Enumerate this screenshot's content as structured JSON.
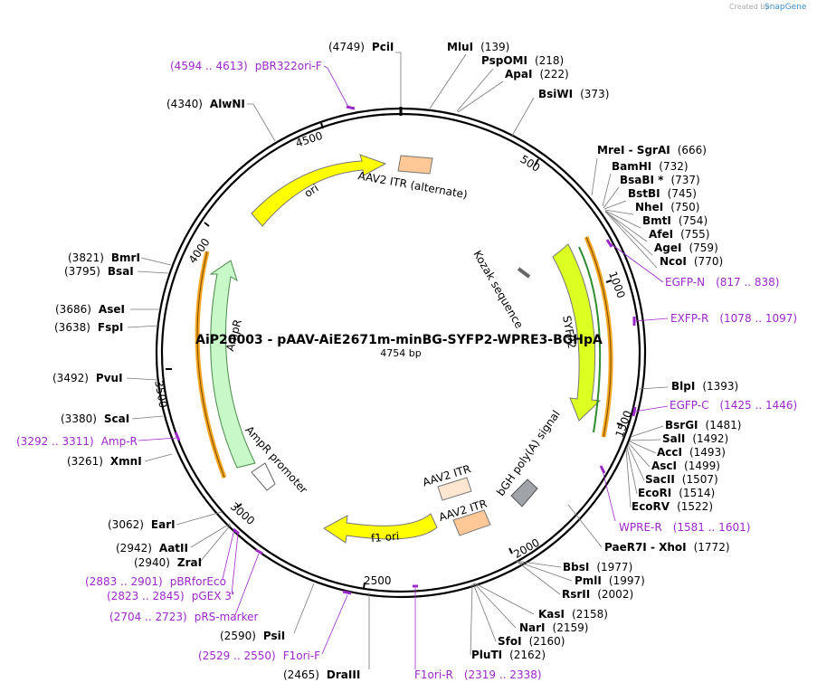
{
  "title": "AiP20003 - pAAV-AiE2671m-minBG-SYFP2-WPRE3-BGHpA",
  "length_label": "4754 bp",
  "credit": {
    "prefix": "Created by",
    "brand": "SnapGene"
  },
  "ticks": [
    "500",
    "1000",
    "1500",
    "2000",
    "2500",
    "3000",
    "3500",
    "4000",
    "4500"
  ],
  "sites": [
    {
      "pos": "(4749)",
      "name": "PciI"
    },
    {
      "pos": "(139)",
      "name": "MluI"
    },
    {
      "pos": "(218)",
      "name": "PspOMI"
    },
    {
      "pos": "(222)",
      "name": "ApaI"
    },
    {
      "pos": "(373)",
      "name": "BsiWI"
    },
    {
      "pos": "(666)",
      "name": "MreI - SgrAI"
    },
    {
      "pos": "(732)",
      "name": "BamHI"
    },
    {
      "pos": "(737)",
      "name": "BsaBI *"
    },
    {
      "pos": "(745)",
      "name": "BstBI"
    },
    {
      "pos": "(750)",
      "name": "NheI"
    },
    {
      "pos": "(754)",
      "name": "BmtI"
    },
    {
      "pos": "(755)",
      "name": "AfeI"
    },
    {
      "pos": "(759)",
      "name": "AgeI"
    },
    {
      "pos": "(770)",
      "name": "NcoI"
    },
    {
      "pos": "(1393)",
      "name": "BlpI"
    },
    {
      "pos": "(1481)",
      "name": "BsrGI"
    },
    {
      "pos": "(1492)",
      "name": "SalI"
    },
    {
      "pos": "(1493)",
      "name": "AccI"
    },
    {
      "pos": "(1499)",
      "name": "AscI"
    },
    {
      "pos": "(1507)",
      "name": "SacII"
    },
    {
      "pos": "(1514)",
      "name": "EcoRI"
    },
    {
      "pos": "(1522)",
      "name": "EcoRV"
    },
    {
      "pos": "(1772)",
      "name": "PaeR7I - XhoI"
    },
    {
      "pos": "(1977)",
      "name": "BbsI"
    },
    {
      "pos": "(1997)",
      "name": "PmlI"
    },
    {
      "pos": "(2002)",
      "name": "RsrII"
    },
    {
      "pos": "(2158)",
      "name": "KasI"
    },
    {
      "pos": "(2159)",
      "name": "NarI"
    },
    {
      "pos": "(2160)",
      "name": "SfoI"
    },
    {
      "pos": "(2162)",
      "name": "PluTI"
    },
    {
      "pos": "(2465)",
      "name": "DraIII"
    },
    {
      "pos": "(2590)",
      "name": "PsiI"
    },
    {
      "pos": "(2940)",
      "name": "ZraI"
    },
    {
      "pos": "(2942)",
      "name": "AatII"
    },
    {
      "pos": "(3062)",
      "name": "EarI"
    },
    {
      "pos": "(3261)",
      "name": "XmnI"
    },
    {
      "pos": "(3380)",
      "name": "ScaI"
    },
    {
      "pos": "(3492)",
      "name": "PvuI"
    },
    {
      "pos": "(3638)",
      "name": "FspI"
    },
    {
      "pos": "(3686)",
      "name": "AseI"
    },
    {
      "pos": "(3795)",
      "name": "BsaI"
    },
    {
      "pos": "(3821)",
      "name": "BmrI"
    },
    {
      "pos": "(4340)",
      "name": "AlwNI"
    }
  ],
  "primers": [
    {
      "name": "pBR322ori-F",
      "range": "(4594 .. 4613)"
    },
    {
      "name": "EGFP-N",
      "range": "(817 .. 838)"
    },
    {
      "name": "EXFP-R",
      "range": "(1078 .. 1097)"
    },
    {
      "name": "EGFP-C",
      "range": "(1425 .. 1446)"
    },
    {
      "name": "WPRE-R",
      "range": "(1581 .. 1601)"
    },
    {
      "name": "F1ori-R",
      "range": "(2319 .. 2338)"
    },
    {
      "name": "F1ori-F",
      "range": "(2529 .. 2550)"
    },
    {
      "name": "pRS-marker",
      "range": "(2704 .. 2723)"
    },
    {
      "name": "pGEX 3'",
      "range": "(2823 .. 2845)"
    },
    {
      "name": "pBRforEco",
      "range": "(2883 .. 2901)"
    },
    {
      "name": "Amp-R",
      "range": "(3292 .. 3311)"
    }
  ],
  "features": {
    "ori": "ori",
    "itr_alt": "AAV2 ITR (alternate)",
    "kozak": "Kozak sequence",
    "syfp2": "SYFP2",
    "bgh": "bGH poly(A) signal",
    "itr1": "AAV2 ITR",
    "itr2": "AAV2 ITR",
    "f1ori": "f1 ori",
    "ampr_promoter": "AmpR promoter",
    "ampr": "AmpR"
  },
  "colors": {
    "ring": "#000000",
    "primer": "#9b28c8",
    "ori": "#ffff00",
    "syfp2": "#ddff22",
    "ampr": "#c8f8c8",
    "itr": "#ffc896",
    "bgh": "#a0a4a8",
    "orange_band": "#f5a623"
  }
}
